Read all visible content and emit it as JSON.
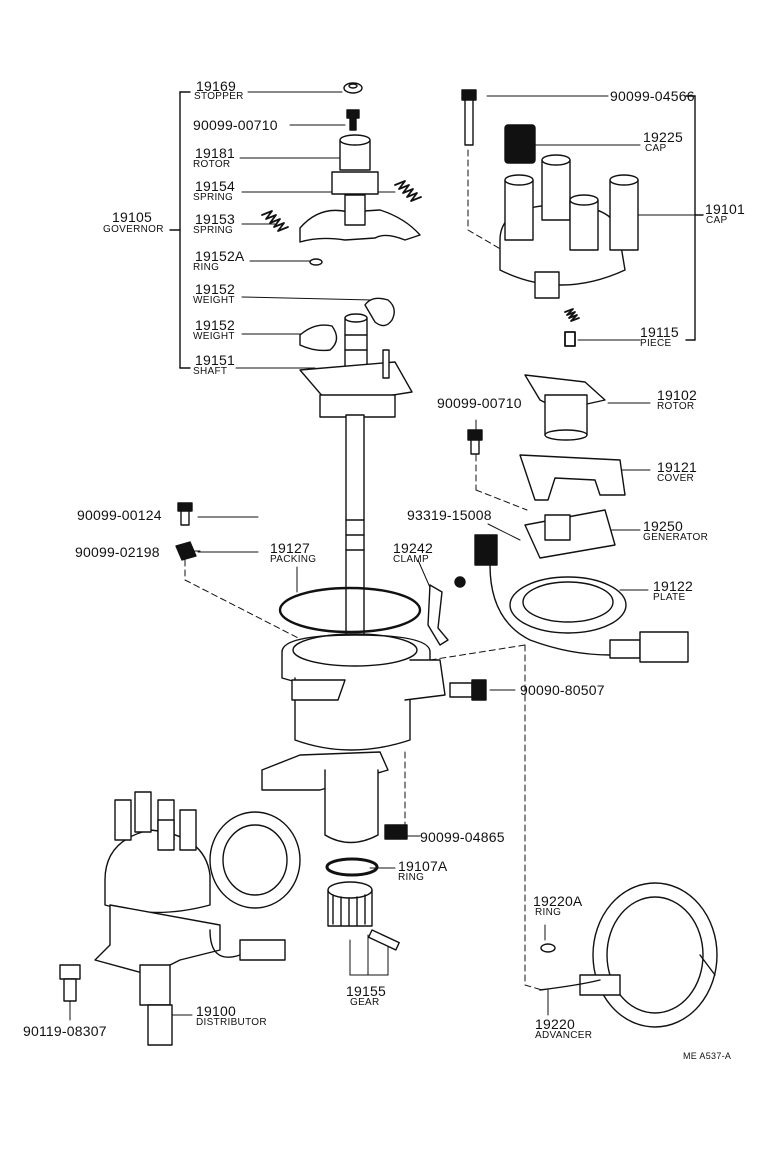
{
  "labels": {
    "p19169": {
      "num": "19169",
      "name": "STOPPER"
    },
    "p9009900710a": {
      "num": "90099-00710"
    },
    "p19181": {
      "num": "19181",
      "name": "ROTOR"
    },
    "p19154": {
      "num": "19154",
      "name": "SPRING"
    },
    "p19105": {
      "num": "19105",
      "name": "GOVERNOR"
    },
    "p19153": {
      "num": "19153",
      "name": "SPRING"
    },
    "p19152A": {
      "num": "19152A",
      "name": "RING"
    },
    "p19152a": {
      "num": "19152",
      "name": "WEIGHT"
    },
    "p19152b": {
      "num": "19152",
      "name": "WEIGHT"
    },
    "p19151": {
      "num": "19151",
      "name": "SHAFT"
    },
    "p9009904566": {
      "num": "90099-04566"
    },
    "p19225": {
      "num": "19225",
      "name": "CAP"
    },
    "p19101": {
      "num": "19101",
      "name": "CAP"
    },
    "p19115": {
      "num": "19115",
      "name": "PIECE"
    },
    "p19102": {
      "num": "19102",
      "name": "ROTOR"
    },
    "p9009900710b": {
      "num": "90099-00710"
    },
    "p19121": {
      "num": "19121",
      "name": "COVER"
    },
    "p9009900124": {
      "num": "90099-00124"
    },
    "p9331915008": {
      "num": "93319-15008"
    },
    "p19250": {
      "num": "19250",
      "name": "GENERATOR"
    },
    "p9009902198": {
      "num": "90099-02198"
    },
    "p19127": {
      "num": "19127",
      "name": "PACKING"
    },
    "p19242": {
      "num": "19242",
      "name": "CLAMP"
    },
    "p19122": {
      "num": "19122",
      "name": "PLATE"
    },
    "p9009080507": {
      "num": "90090-80507"
    },
    "p9009904865": {
      "num": "90099-04865"
    },
    "p19107A": {
      "num": "19107A",
      "name": "RING"
    },
    "p19220A": {
      "num": "19220A",
      "name": "RING"
    },
    "p19155": {
      "num": "19155",
      "name": "GEAR"
    },
    "p19100": {
      "num": "19100",
      "name": "DISTRIBUTOR"
    },
    "p9011908307": {
      "num": "90119-08307"
    },
    "p19220": {
      "num": "19220",
      "name": "ADVANCER"
    }
  },
  "figure_code": "ME A537-A"
}
